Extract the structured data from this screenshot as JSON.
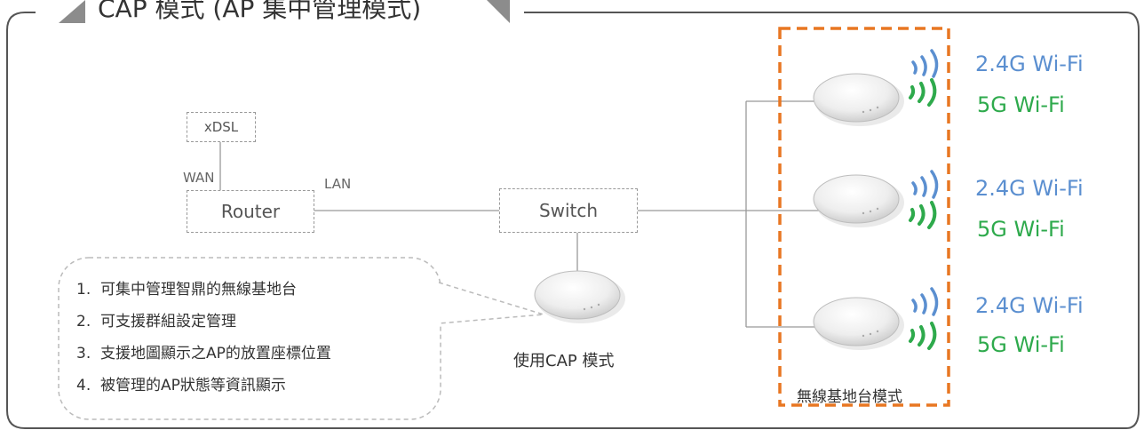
{
  "title": "CAP 模式 (AP 集中管理模式)",
  "nodes": {
    "xdsl": "xDSL",
    "router": "Router",
    "switch": "Switch"
  },
  "links": {
    "wan": "WAN",
    "lan": "LAN"
  },
  "controller_caption": "使用CAP 模式",
  "ap_group_caption": "無線基地台模式",
  "features": [
    {
      "num": "1.",
      "text": "可集中管理智鼎的無線基地台"
    },
    {
      "num": "2.",
      "text": "可支援群組設定管理"
    },
    {
      "num": "3.",
      "text": "支援地圖顯示之AP的放置座標位置"
    },
    {
      "num": "4.",
      "text": "被管理的AP狀態等資訊顯示"
    }
  ],
  "access_points": [
    {
      "wifi24": "2.4G Wi-Fi",
      "wifi5": "5G Wi-Fi"
    },
    {
      "wifi24": "2.4G Wi-Fi",
      "wifi5": "5G Wi-Fi"
    },
    {
      "wifi24": "2.4G Wi-Fi",
      "wifi5": "5G Wi-Fi"
    }
  ],
  "colors": {
    "wifi24": "#5b8fd0",
    "wifi5": "#2eaa4c",
    "ap_group_border": "#e87722"
  }
}
